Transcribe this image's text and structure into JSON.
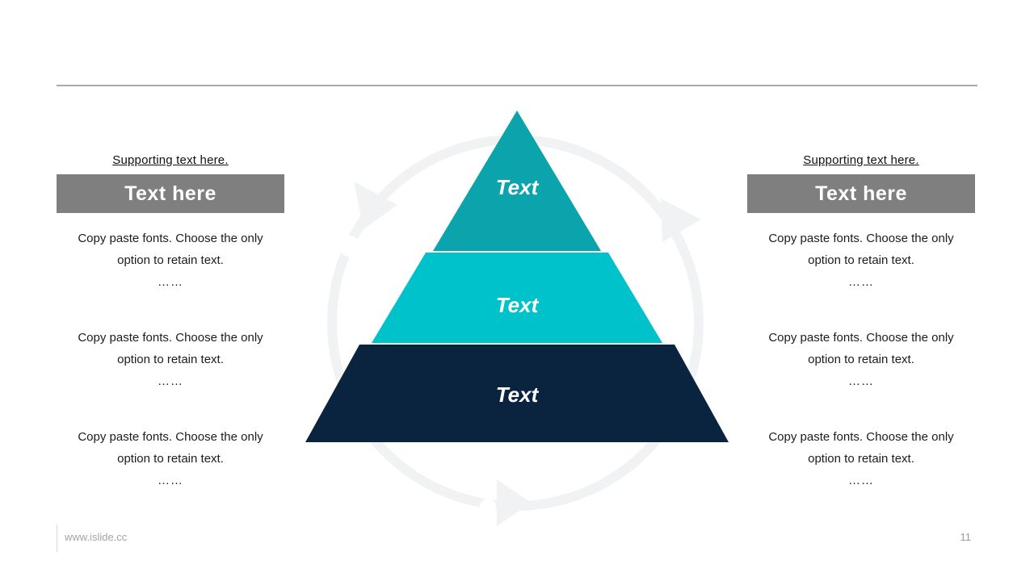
{
  "panels": {
    "left": {
      "supporting_text": "Supporting text here.",
      "banner_label": "Text here",
      "blocks": [
        {
          "line1": "Copy paste fonts. Choose the only",
          "line2": "option to retain text.",
          "ellipsis": "……"
        },
        {
          "line1": "Copy paste fonts. Choose the only",
          "line2": "option to retain text.",
          "ellipsis": "……"
        },
        {
          "line1": "Copy paste fonts. Choose the only",
          "line2": "option to retain text.",
          "ellipsis": "……"
        }
      ]
    },
    "right": {
      "supporting_text": "Supporting text here.",
      "banner_label": "Text here",
      "blocks": [
        {
          "line1": "Copy paste fonts. Choose the only",
          "line2": "option to retain text.",
          "ellipsis": "……"
        },
        {
          "line1": "Copy paste fonts. Choose the only",
          "line2": "option to retain text.",
          "ellipsis": "……"
        },
        {
          "line1": "Copy paste fonts. Choose the only",
          "line2": "option to retain text.",
          "ellipsis": "……"
        }
      ]
    }
  },
  "pyramid": {
    "levels": [
      {
        "label": "Text",
        "color": "#0ba3ac"
      },
      {
        "label": "Text",
        "color": "#00c2cb"
      },
      {
        "label": "Text",
        "color": "#0a2440"
      }
    ],
    "watermark_color": "#f0f2f4"
  },
  "footer": {
    "site": "www.islide.cc",
    "page_number": "11"
  }
}
